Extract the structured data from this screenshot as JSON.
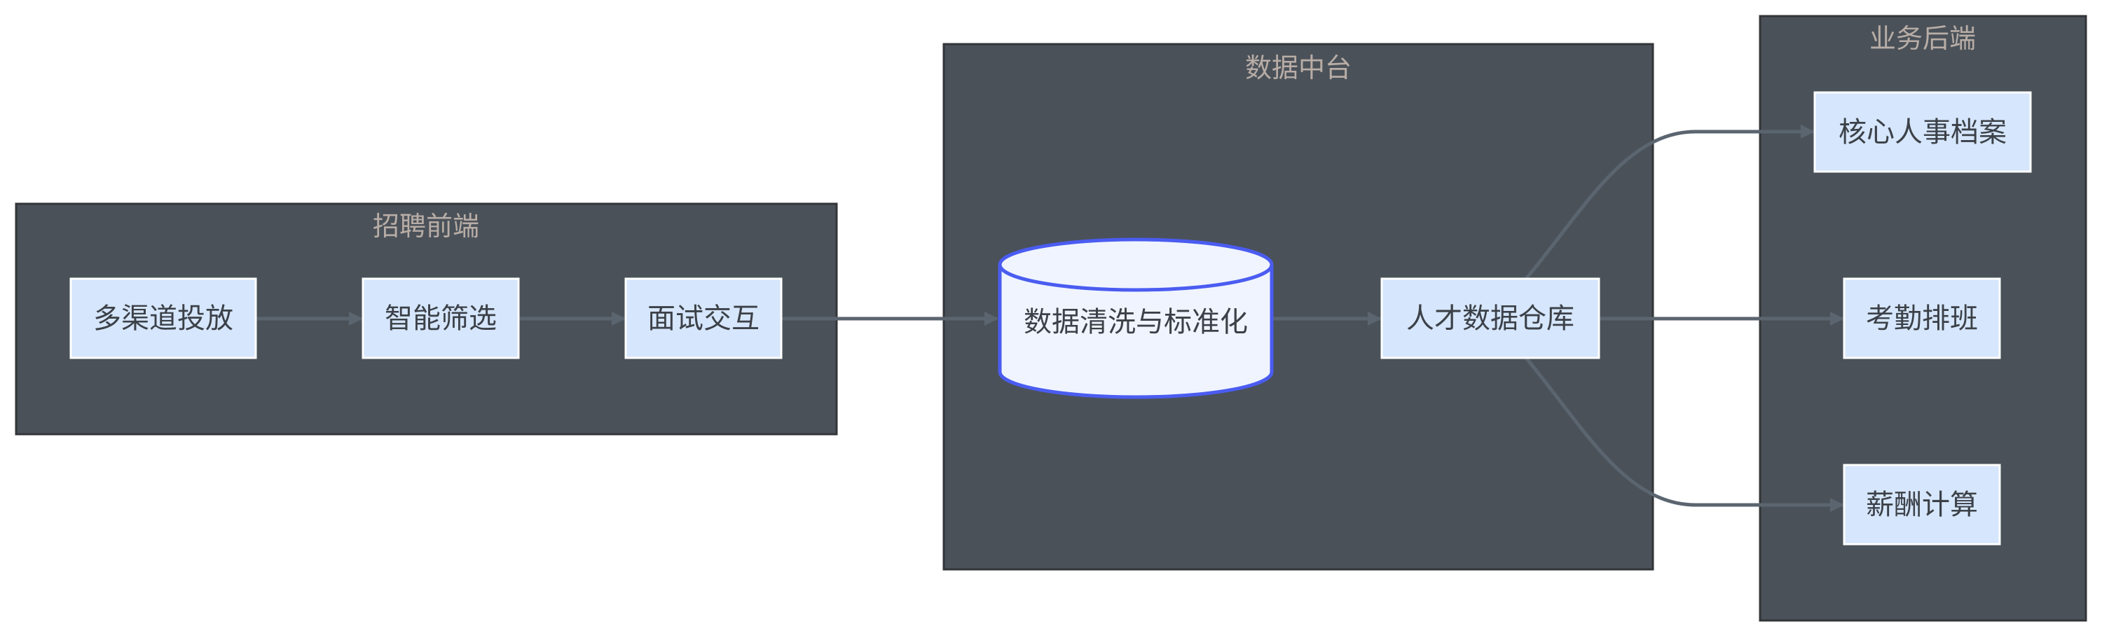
{
  "clusters": {
    "frontend": {
      "title": "招聘前端"
    },
    "platform": {
      "title": "数据中台"
    },
    "backend": {
      "title": "业务后端"
    }
  },
  "nodes": {
    "multichannel": "多渠道投放",
    "screening": "智能筛选",
    "interview": "面试交互",
    "cleansing": "数据清洗与标准化",
    "warehouse": "人才数据仓库",
    "hr_records": "核心人事档案",
    "attendance": "考勤排班",
    "payroll": "薪酬计算"
  },
  "colors": {
    "cluster_fill": "#4a5159",
    "node_fill": "#d6e6fc",
    "cylinder_fill": "#f0f4ff",
    "cylinder_stroke": "#4a5cf0",
    "edge": "#5b6570"
  }
}
